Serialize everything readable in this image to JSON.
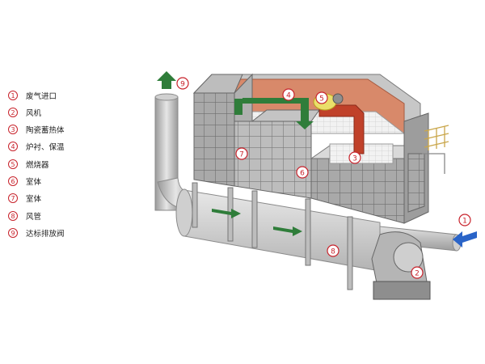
{
  "legend": [
    {
      "num": "1",
      "label": "废气进口"
    },
    {
      "num": "2",
      "label": "风机"
    },
    {
      "num": "3",
      "label": "陶瓷蓄热体"
    },
    {
      "num": "4",
      "label": "炉衬、保温"
    },
    {
      "num": "5",
      "label": "燃烧器"
    },
    {
      "num": "6",
      "label": "室体"
    },
    {
      "num": "7",
      "label": "室体"
    },
    {
      "num": "8",
      "label": "风管"
    },
    {
      "num": "9",
      "label": "达标排放阀"
    }
  ],
  "callouts": [
    "9",
    "4",
    "5",
    "7",
    "3",
    "6",
    "8",
    "1",
    "2"
  ],
  "colors": {
    "accent": "#c8232c",
    "frame": "#8c8c8c",
    "insulation": "#d8896a",
    "flow_arrow": "#2f7d3a",
    "inlet_arrow": "#2a64c8"
  }
}
